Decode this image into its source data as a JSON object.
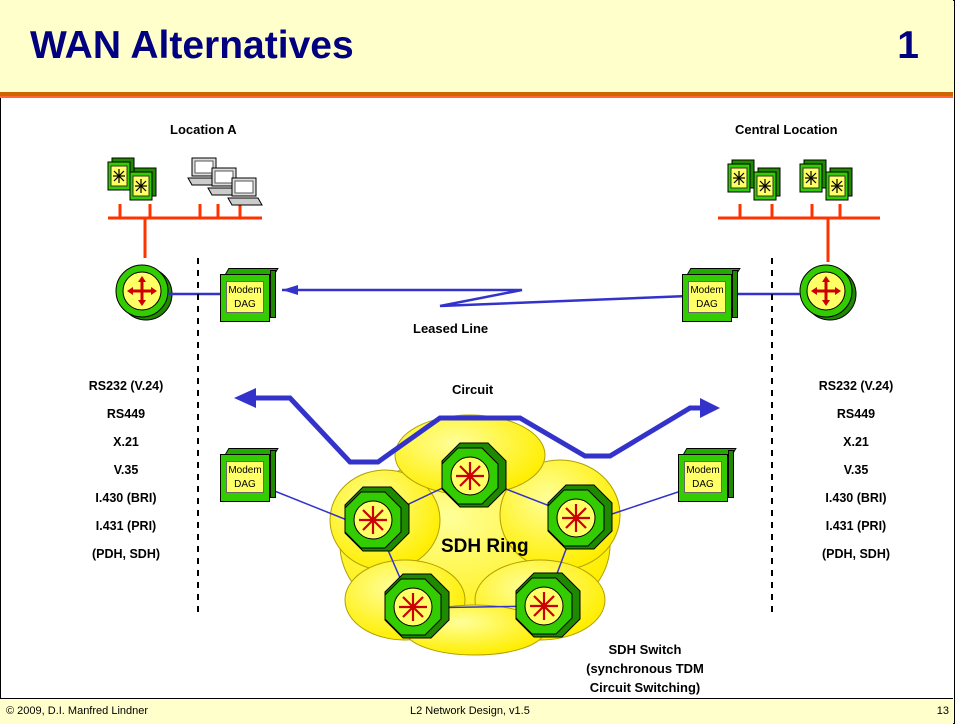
{
  "slide": {
    "title": "WAN Alternatives",
    "number": "1"
  },
  "labels": {
    "location_a": "Location A",
    "central_location": "Central Location",
    "leased_line": "Leased Line",
    "circuit": "Circuit",
    "sdh_ring": "SDH Ring",
    "sdh_switch_line1": "SDH Switch",
    "sdh_switch_line2": "(synchronous TDM",
    "sdh_switch_line3": "Circuit Switching)"
  },
  "modem": {
    "line1": "Modem",
    "line2": "DAG"
  },
  "interfaces": [
    "RS232 (V.24)",
    "RS449",
    "X.21",
    "V.35",
    "I.430 (BRI)",
    "I.431 (PRI)",
    "(PDH, SDH)"
  ],
  "footer": {
    "copyright": "© 2009, D.I. Manfred Lindner",
    "course": "L2 Network Design, v1.5",
    "page": "13"
  },
  "colors": {
    "title": "#000080",
    "title_bg": "#ffffcc",
    "link_blue": "#3333cc",
    "lan_red": "#ff3300",
    "device_green": "#33cc00",
    "cloud_yellow": "#ffff33"
  },
  "icons": [
    "router-icon",
    "server-icon",
    "workstation-icon",
    "modem-icon",
    "sdh-switch-icon",
    "cloud-icon"
  ]
}
